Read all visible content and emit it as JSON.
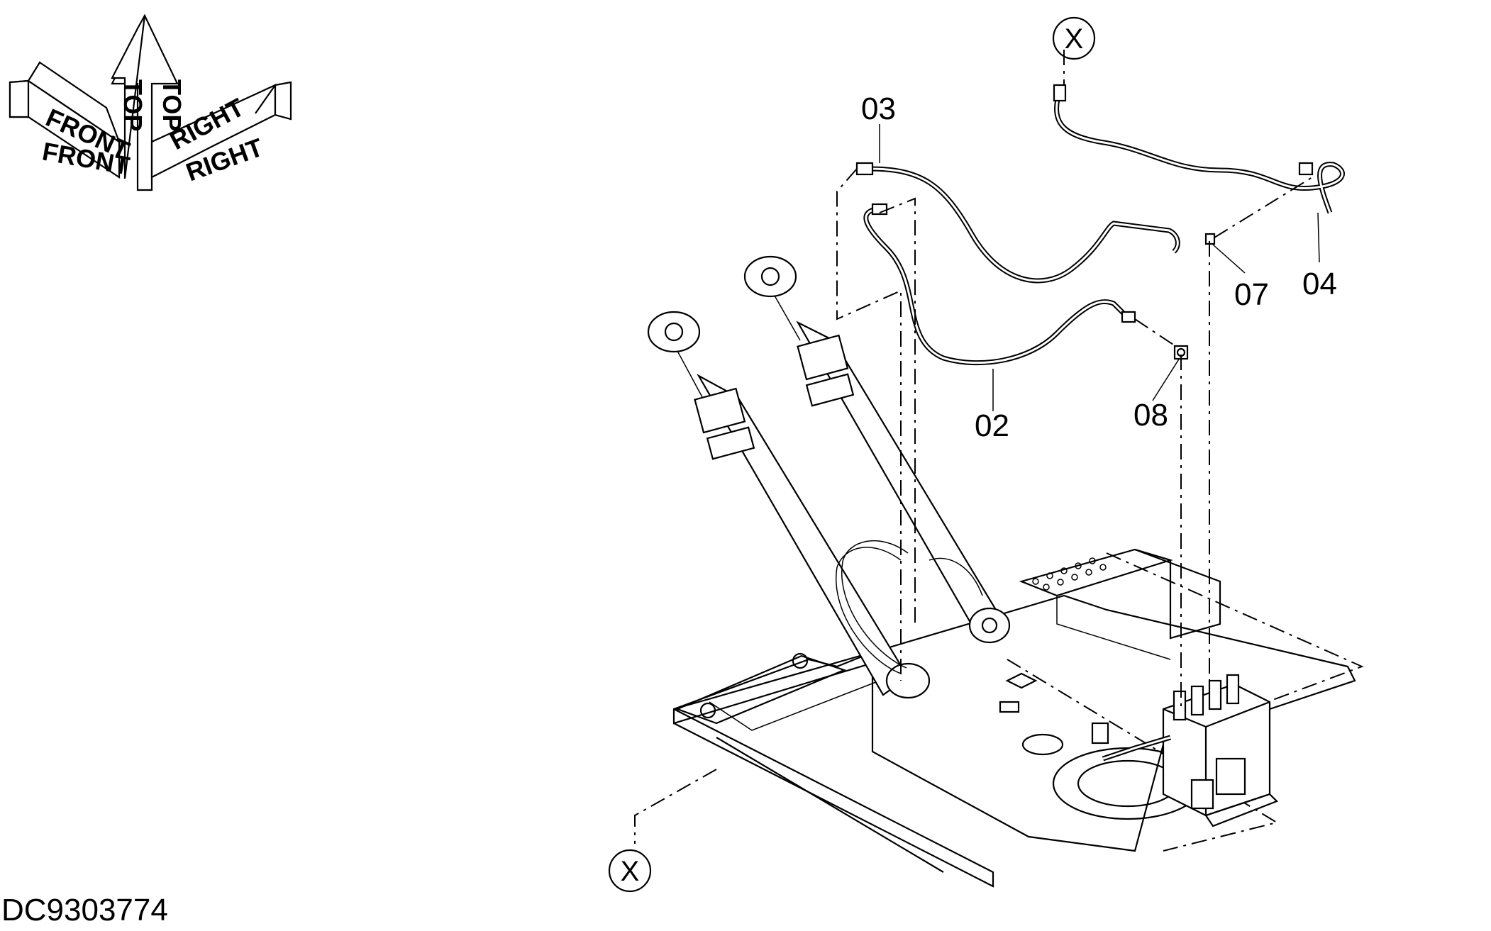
{
  "drawing_id": "DC9303774",
  "orientation": {
    "front": "FRONT",
    "top": "TOP",
    "right": "RIGHT"
  },
  "callouts": [
    {
      "id": "02",
      "label": "02"
    },
    {
      "id": "03",
      "label": "03"
    },
    {
      "id": "04",
      "label": "04"
    },
    {
      "id": "07",
      "label": "07"
    },
    {
      "id": "08",
      "label": "08"
    }
  ],
  "detail_marker": "X"
}
